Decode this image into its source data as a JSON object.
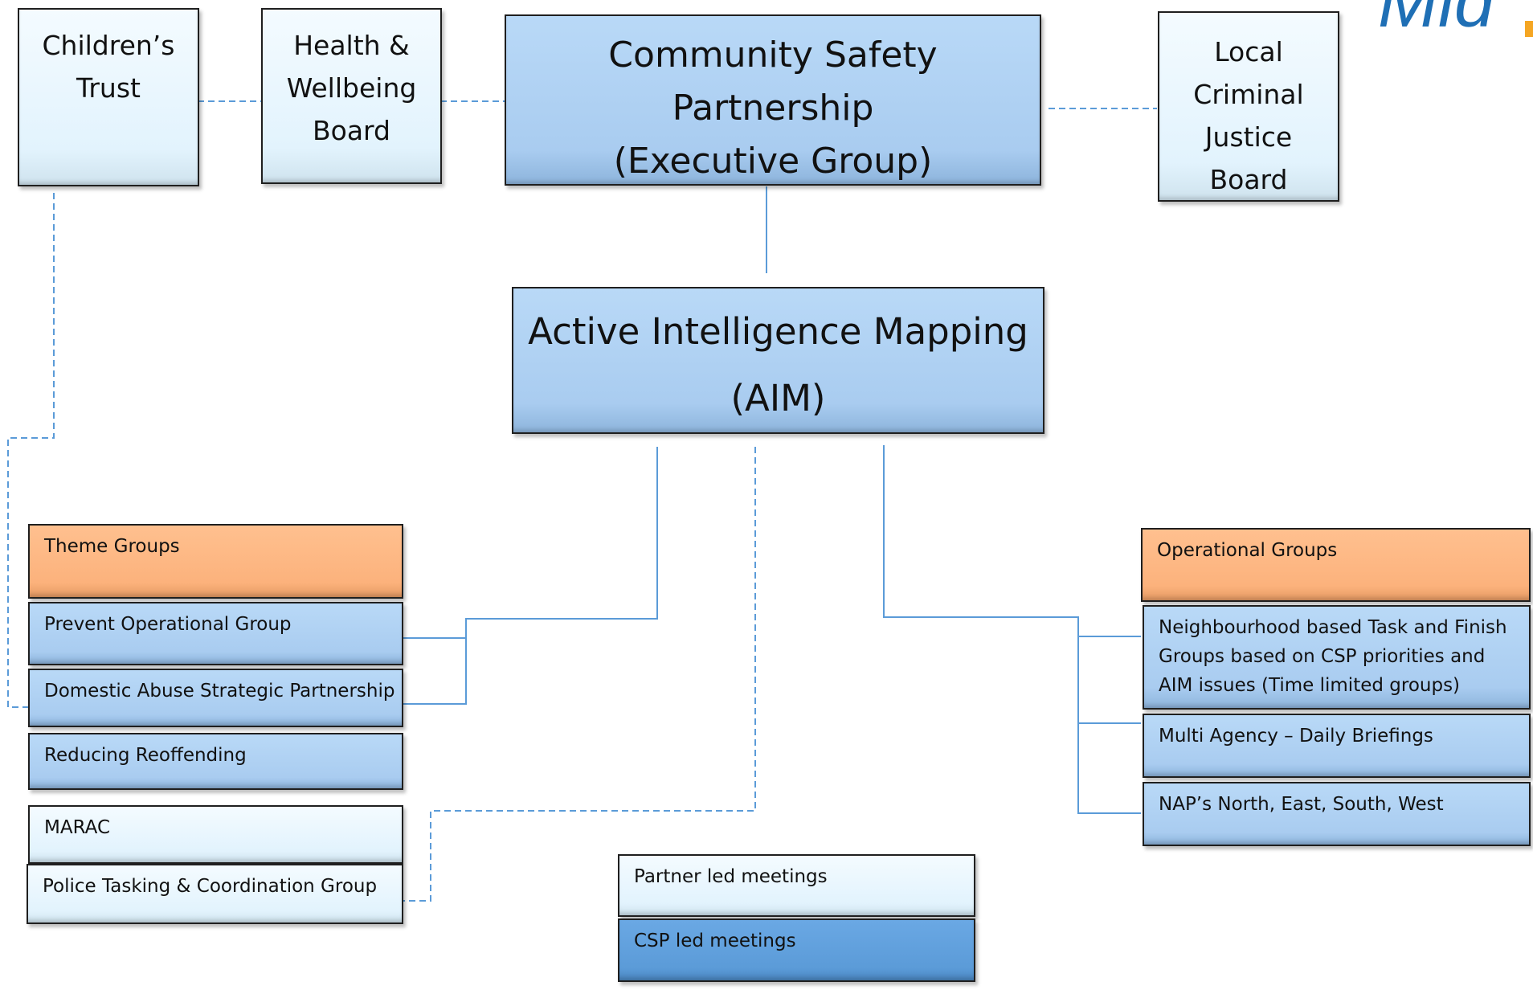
{
  "logo_text": "Mid",
  "top": {
    "childrens_trust": "Children’s Trust",
    "health_wellbeing": "Health & Wellbeing Board",
    "csp_line1": "Community Safety Partnership",
    "csp_line2": "(Executive Group)",
    "local_cjb": "Local Criminal Justice Board"
  },
  "aim": {
    "line1": "Active Intelligence Mapping",
    "line2": "(AIM)"
  },
  "theme": {
    "header": "Theme Groups",
    "items": [
      "Prevent Operational Group",
      "Domestic Abuse Strategic Partnership",
      "Reducing Reoffending"
    ]
  },
  "partner_left": [
    "MARAC",
    "Police Tasking & Coordination Group"
  ],
  "operational": {
    "header": "Operational Groups",
    "items": [
      "Neighbourhood based Task and Finish Groups based on CSP priorities and AIM issues (Time limited groups)",
      "Multi Agency – Daily Briefings",
      "NAP’s North, East, South, West"
    ]
  },
  "legend": {
    "partner": "Partner led meetings",
    "csp": "CSP led meetings"
  },
  "colors": {
    "light": "#e2f3fd",
    "blue": "#a9ccf0",
    "orange": "#fcb27c",
    "dark": "#5b9bd8",
    "line": "#5b9bd8"
  }
}
